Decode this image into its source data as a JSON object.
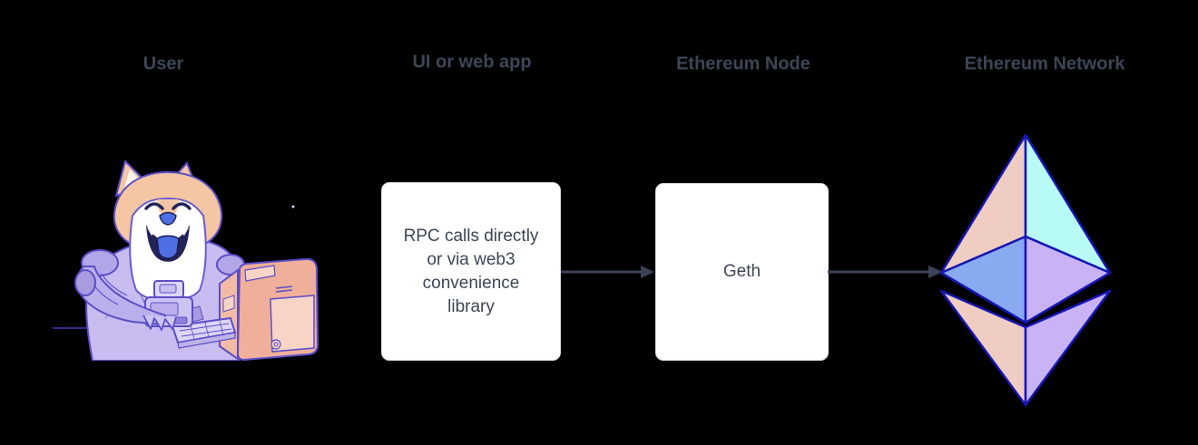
{
  "page": {
    "background": "#000000",
    "description": "Ethereum client flow diagram"
  },
  "columns": [
    {
      "id": "user",
      "label": "User"
    },
    {
      "id": "ui",
      "label": "UI or web app"
    },
    {
      "id": "node",
      "label": "Ethereum Node"
    },
    {
      "id": "network",
      "label": "Ethereum Network"
    }
  ],
  "boxes": {
    "rpc": {
      "text": "RPC calls directly\nor via web3\nconvenience\nlibrary"
    },
    "geth": {
      "text": "Geth"
    }
  },
  "arrows": [
    {
      "id": "rpc-to-geth",
      "from": "rpc-box",
      "to": "geth-box"
    },
    {
      "id": "geth-to-network",
      "from": "geth-box",
      "to": "ethereum-logo"
    }
  ],
  "illustrations": {
    "doge": "doge-astronaut-at-retro-computer",
    "ethereum": "ethereum-diamond-logo"
  },
  "colors": {
    "label_text": "#3C4656",
    "box_background": "#FFFFFF",
    "box_text": "#3C4656",
    "arrow": "#3A4254",
    "ethereum_peach": "#F0CDC2",
    "ethereum_cyan": "#B8FAF6",
    "ethereum_blue": "#88AAF1",
    "ethereum_lavender": "#C9B3F5",
    "ethereum_outline": "#1616B4",
    "doge_fur": "#F4C6A3",
    "doge_suit": "#C8BCF0",
    "doge_computer": "#EFAF9A",
    "doge_tongue": "#4E6FE5"
  }
}
